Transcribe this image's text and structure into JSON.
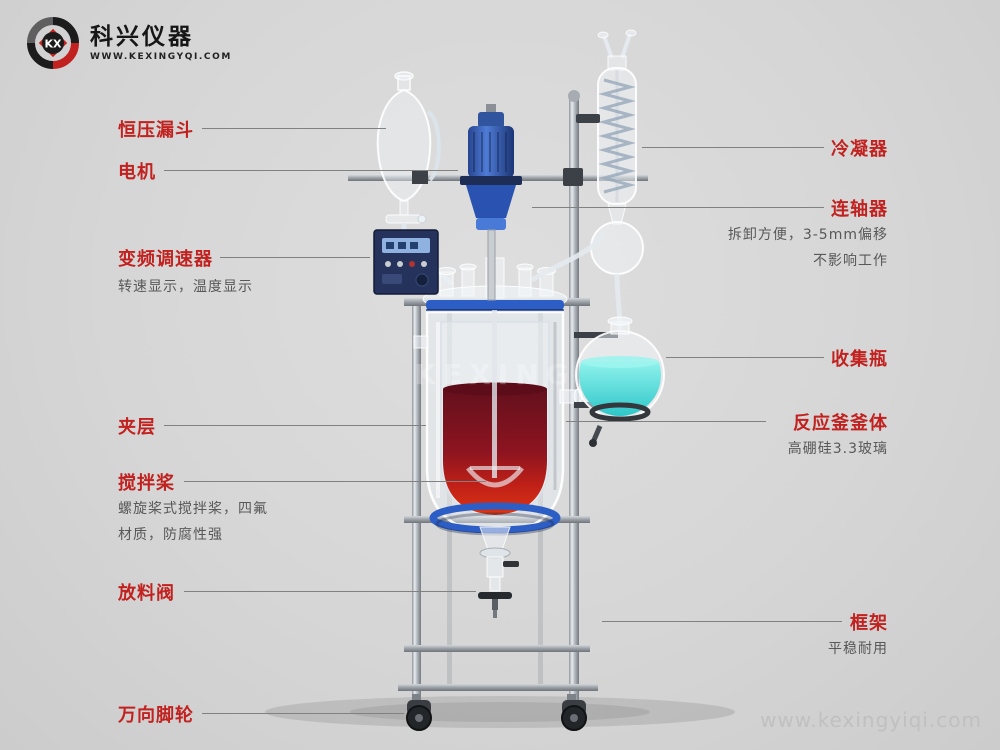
{
  "page": {
    "watermark": "www.kexingyiqi.com"
  },
  "logo": {
    "kx": "KX",
    "brand": "科兴仪器",
    "site": "WWW.KEXINGYQI.COM"
  },
  "equipment": {
    "glass_watermark": "KEXING"
  },
  "labels": {
    "left": [
      {
        "title": "恒压漏斗",
        "desc": []
      },
      {
        "title": "电机",
        "desc": []
      },
      {
        "title": "变频调速器",
        "desc": [
          "转速显示，温度显示"
        ]
      },
      {
        "title": "夹层",
        "desc": []
      },
      {
        "title": "搅拌桨",
        "desc": [
          "螺旋桨式搅拌桨，四氟",
          "材质，防腐性强"
        ]
      },
      {
        "title": "放料阀",
        "desc": []
      },
      {
        "title": "万向脚轮",
        "desc": []
      }
    ],
    "right": [
      {
        "title": "冷凝器",
        "desc": []
      },
      {
        "title": "连轴器",
        "desc": [
          "拆卸方便，3-5mm偏移",
          "不影响工作"
        ]
      },
      {
        "title": "收集瓶",
        "desc": []
      },
      {
        "title": "反应釜釜体",
        "desc": [
          "高硼硅3.3玻璃"
        ]
      },
      {
        "title": "框架",
        "desc": [
          "平稳耐用"
        ]
      }
    ]
  }
}
